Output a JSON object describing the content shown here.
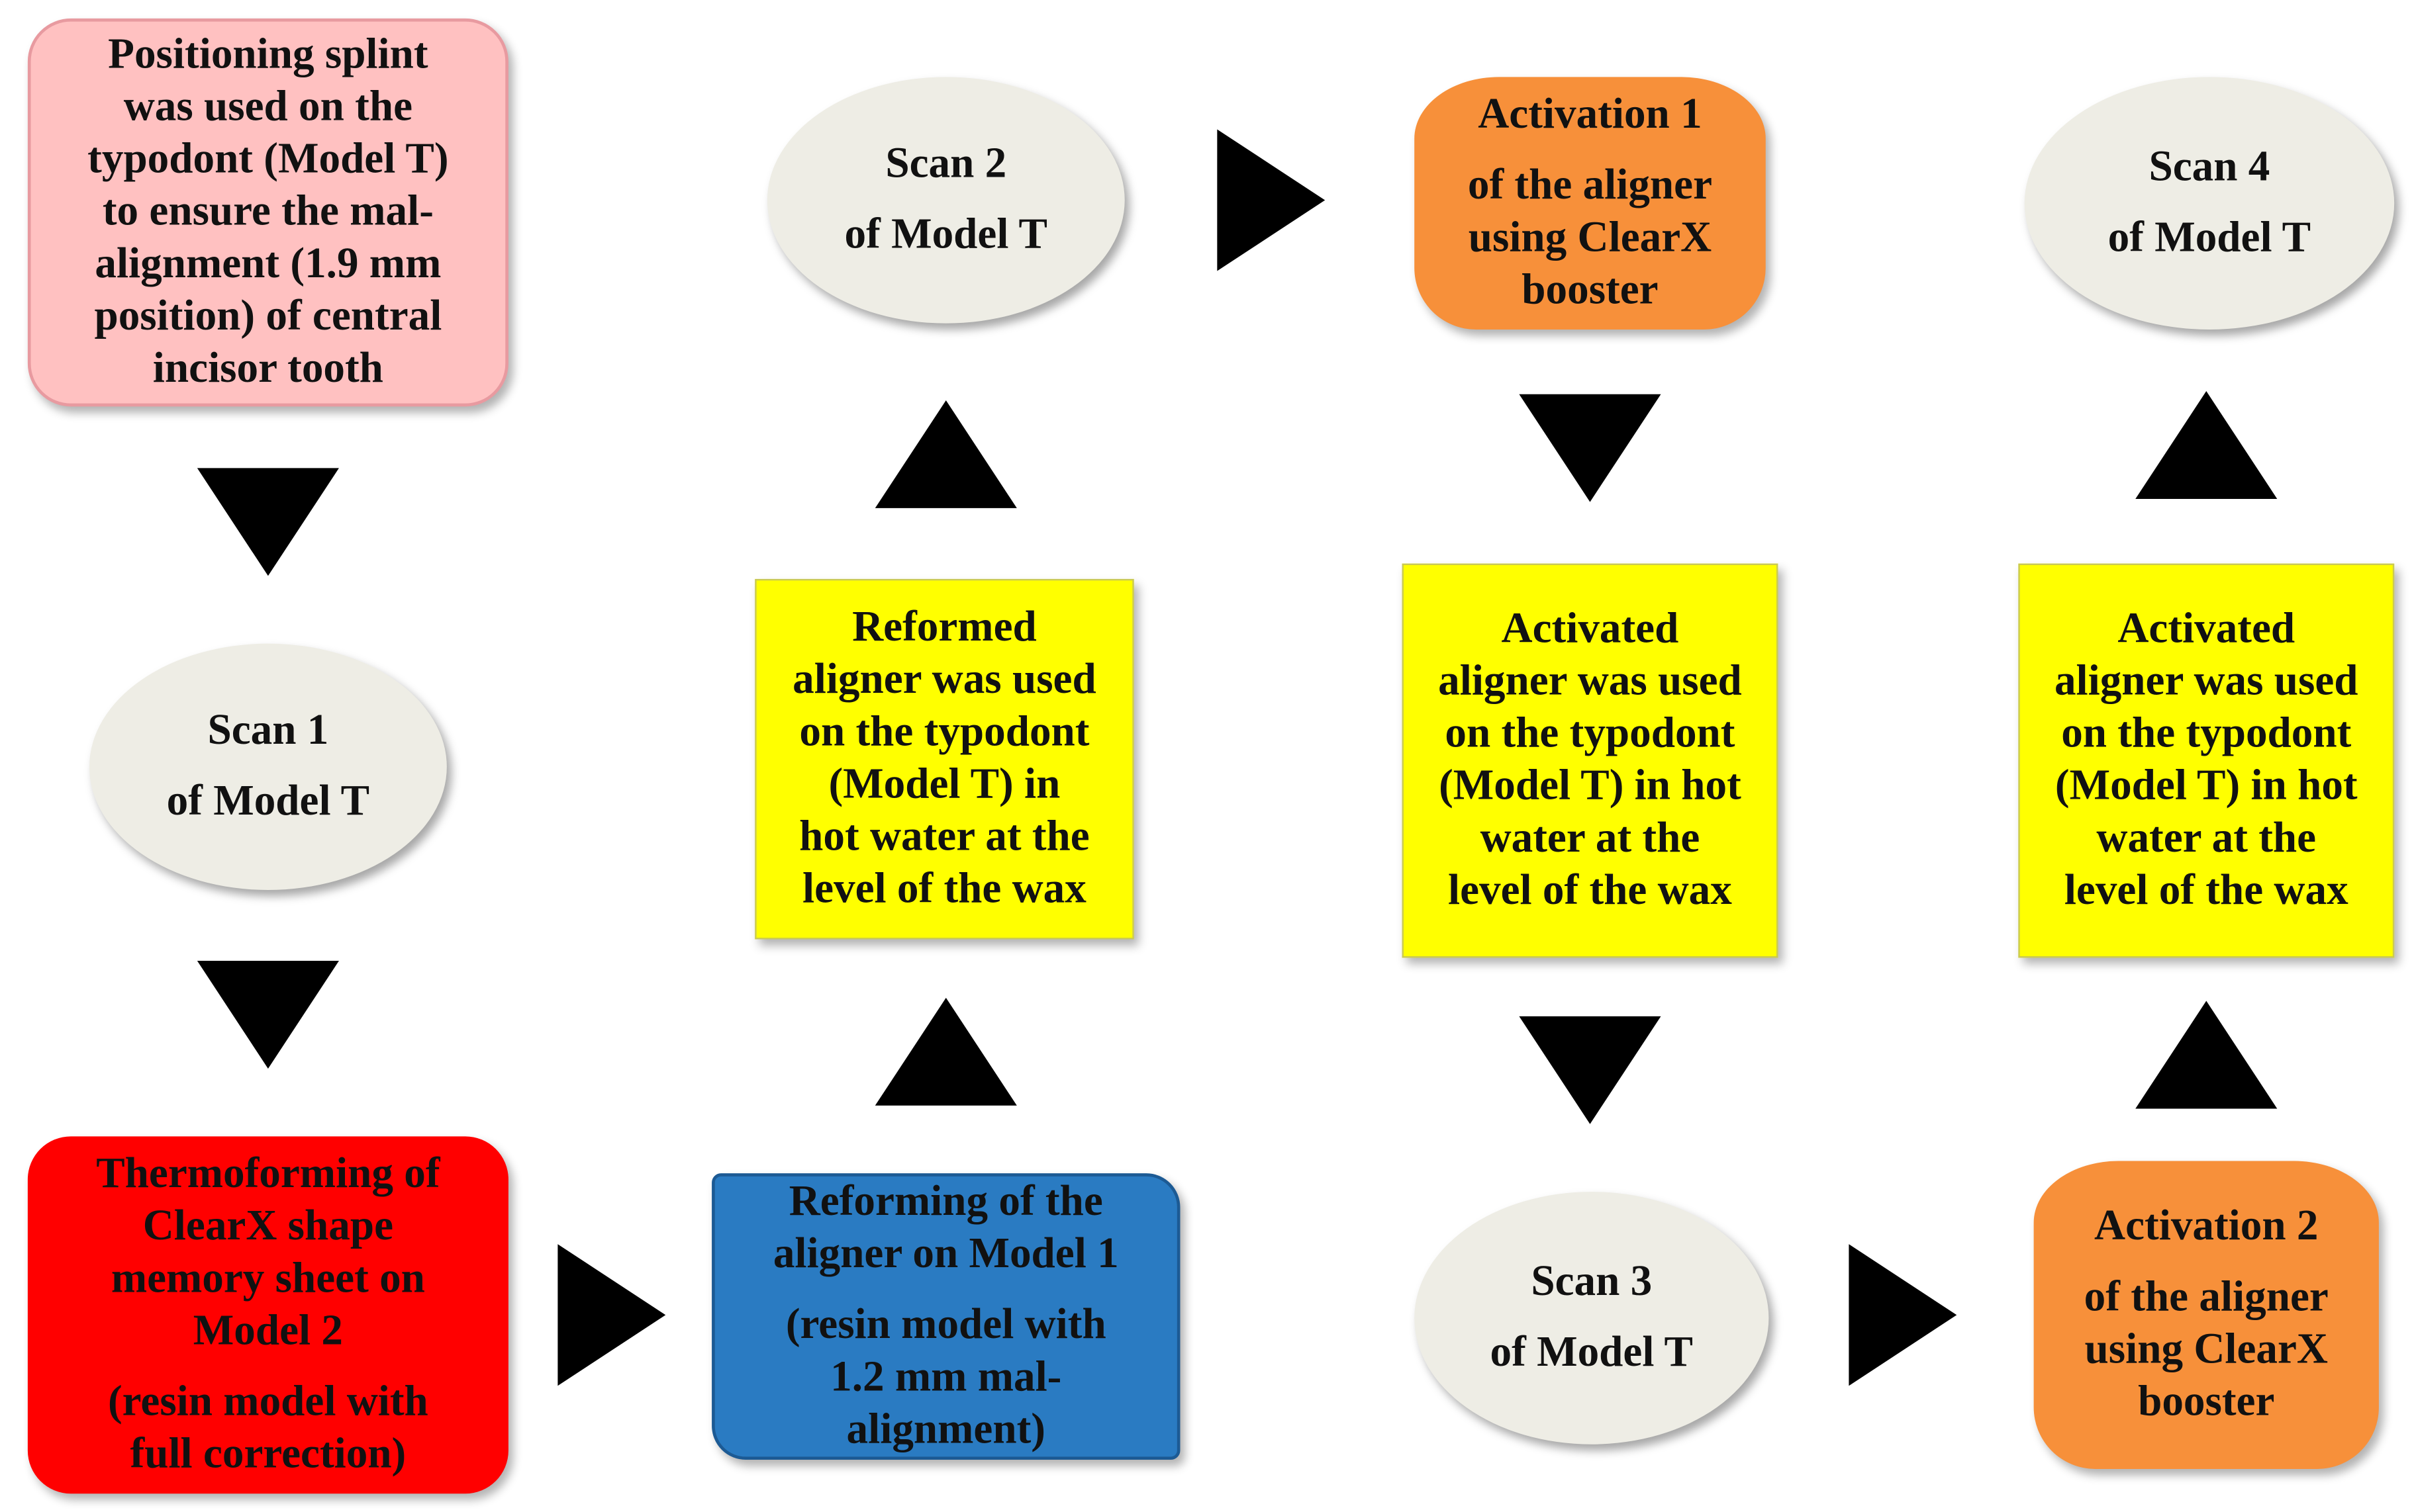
{
  "nodes": {
    "positioning": {
      "line1": "Positioning splint",
      "line2": "was used on the",
      "line3": "typodont (Model T)",
      "line4": "to ensure the mal-",
      "line5": "alignment (1.9 mm",
      "line6": "position) of central",
      "line7": "incisor  tooth",
      "color": "#ffc1c1"
    },
    "scan1": {
      "line1": "Scan 1",
      "line2": "of Model T",
      "color": "#eeede5"
    },
    "thermoforming": {
      "line1": "Thermoforming of",
      "line2": "ClearX shape",
      "line3": "memory sheet on",
      "line4": "Model 2",
      "line5": "(resin model with",
      "line6": "full correction)",
      "color": "#ff0000"
    },
    "reforming": {
      "line1": "Reforming of the",
      "line2": "aligner on Model 1",
      "line3": "(resin model with",
      "line4": "1.2 mm mal-",
      "line5": "alignment)",
      "color": "#2a7bc2"
    },
    "reformed_used": {
      "line1": "Reformed",
      "line2": "aligner was used",
      "line3": "on the typodont",
      "line4": "(Model T)  in",
      "line5": "hot water at the",
      "line6": "level of the wax",
      "color": "#ffff00"
    },
    "scan2": {
      "line1": "Scan 2",
      "line2": "of Model T"
    },
    "activation1": {
      "line1": "Activation 1",
      "line2": "of the aligner",
      "line3": "using ClearX",
      "line4": "booster",
      "color": "#f7903a"
    },
    "activated_used_1": {
      "line1": "Activated",
      "line2": "aligner was used",
      "line3": "on the typodont",
      "line4": "(Model T) in hot",
      "line5": "water at the",
      "line6": "level of the wax"
    },
    "scan3": {
      "line1": "Scan 3",
      "line2": "of Model T"
    },
    "activation2": {
      "line1": "Activation 2",
      "line2": "of the aligner",
      "line3": "using ClearX",
      "line4": "booster"
    },
    "activated_used_2": {
      "line1": "Activated",
      "line2": "aligner was used",
      "line3": "on the typodont",
      "line4": "(Model T) in hot",
      "line5": "water at the",
      "line6": "level of the wax"
    },
    "scan4": {
      "line1": "Scan 4",
      "line2": "of Model T"
    }
  },
  "arrow_color": "#000000"
}
